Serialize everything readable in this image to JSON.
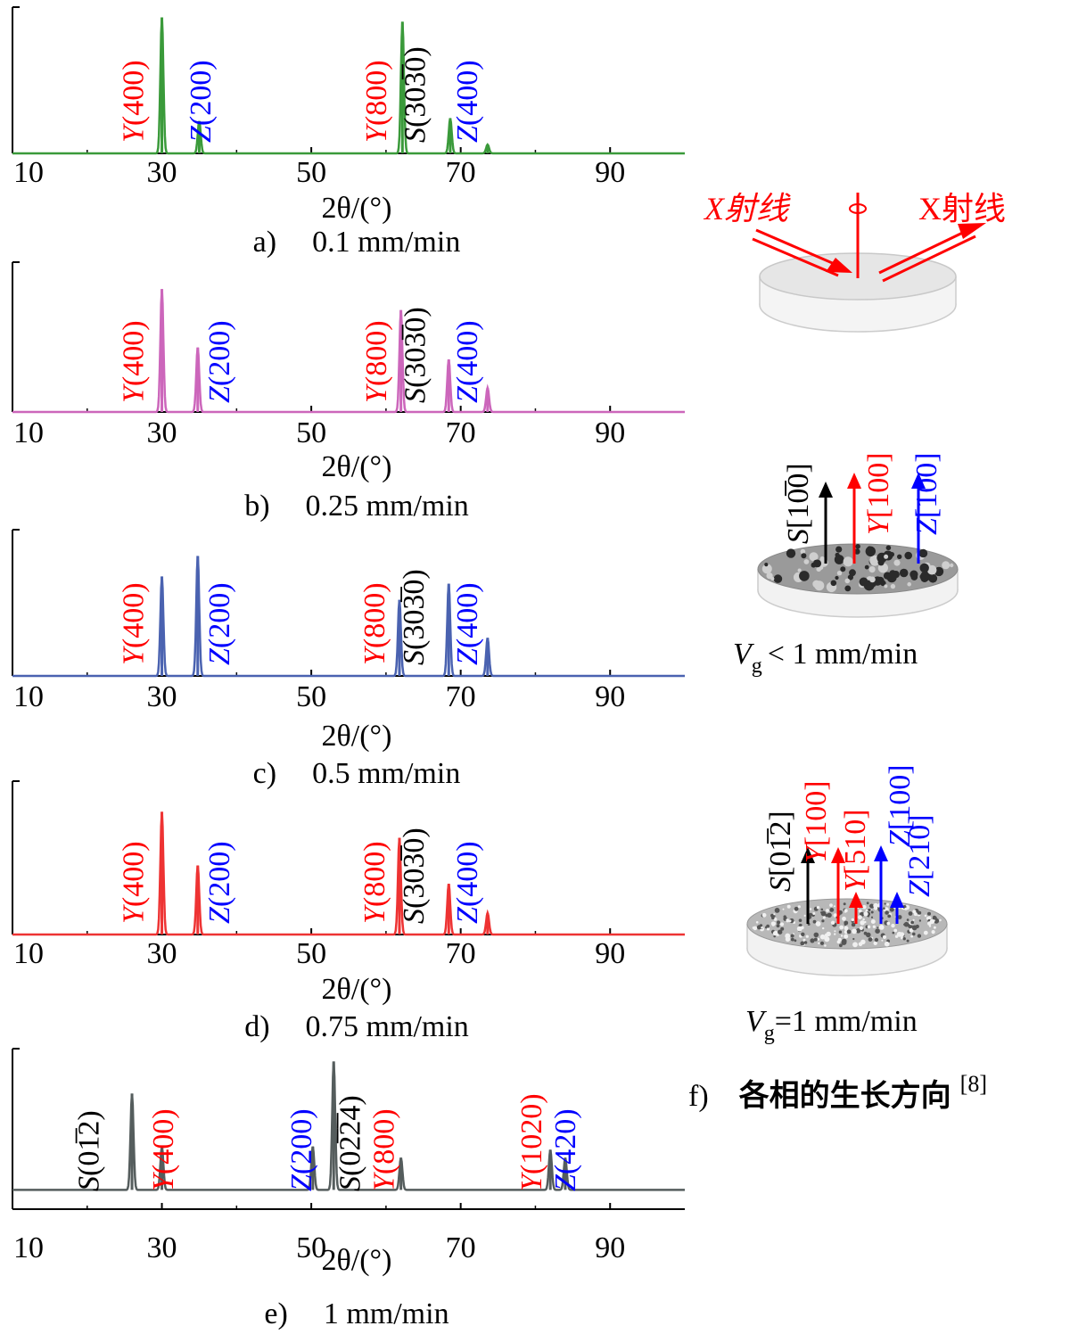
{
  "figure": {
    "reference": "[8]",
    "caption_f_letter": "f)",
    "caption_f": "各相的生长方向",
    "xray_label_left": "X射线",
    "xray_label_right": "X射线",
    "schematic_mid": {
      "arrows": [
        {
          "label": "S[10̅0]",
          "color": "#000000"
        },
        {
          "label": "Y[100]",
          "color": "#ff0000"
        },
        {
          "label": "Z[100]",
          "color": "#0000ff"
        }
      ],
      "caption_sym": "V",
      "caption_sub": "g",
      "caption_rest": "< 1 mm/min"
    },
    "schematic_bottom": {
      "arrows": [
        {
          "label": "S[01̅2]",
          "color": "#000000"
        },
        {
          "label": "Y[100]",
          "color": "#ff0000"
        },
        {
          "label": "Y[510]",
          "color": "#ff0000"
        },
        {
          "label": "Z[100]",
          "color": "#0000ff"
        },
        {
          "label": "Z[210]",
          "color": "#0000ff"
        }
      ],
      "caption_sym": "V",
      "caption_sub": "g",
      "caption_rest": "=1 mm/min"
    }
  },
  "colors": {
    "red": "#ff0000",
    "blue": "#0000ff",
    "black": "#000000"
  },
  "chart_data": [
    {
      "type": "line",
      "panel": "a)",
      "caption": "0.1 mm/min",
      "xlabel": "2θ/(°)",
      "xlim": [
        10,
        100
      ],
      "xticks": [
        10,
        30,
        50,
        70,
        90
      ],
      "color": "#3a9a3a",
      "peaks": [
        {
          "x": 30,
          "y": 0.93
        },
        {
          "x": 35,
          "y": 0.22
        },
        {
          "x": 62.2,
          "y": 0.9
        },
        {
          "x": 68.6,
          "y": 0.24
        },
        {
          "x": 73.6,
          "y": 0.06
        }
      ],
      "labels": [
        {
          "phase": "Y",
          "hkl": "(400)",
          "color": "#ff0000",
          "x": 27.5
        },
        {
          "phase": "Z",
          "hkl": "(200)",
          "color": "#0000ff",
          "x": 36.5
        },
        {
          "phase": "Y",
          "hkl": "(800)",
          "color": "#ff0000",
          "x": 60
        },
        {
          "phase": "S",
          "hkl": "(303̅0)",
          "color": "#000000",
          "x": 65.2
        },
        {
          "phase": "Z",
          "hkl": "(400)",
          "color": "#0000ff",
          "x": 72.2
        }
      ]
    },
    {
      "type": "line",
      "panel": "b)",
      "caption": "0.25 mm/min",
      "xlabel": "2θ/(°)",
      "xlim": [
        10,
        100
      ],
      "xticks": [
        10,
        30,
        50,
        70,
        90
      ],
      "color": "#cc66bb",
      "peaks": [
        {
          "x": 30,
          "y": 0.82
        },
        {
          "x": 34.8,
          "y": 0.43
        },
        {
          "x": 62,
          "y": 0.68
        },
        {
          "x": 68.4,
          "y": 0.35
        },
        {
          "x": 73.6,
          "y": 0.16
        }
      ],
      "labels": [
        {
          "phase": "Y",
          "hkl": "(400)",
          "color": "#ff0000",
          "x": 27.5
        },
        {
          "phase": "Z",
          "hkl": "(200)",
          "color": "#0000ff",
          "x": 39
        },
        {
          "phase": "Y",
          "hkl": "(800)",
          "color": "#ff0000",
          "x": 60
        },
        {
          "phase": "S",
          "hkl": "(303̅0)",
          "color": "#000000",
          "x": 65.2
        },
        {
          "phase": "Z",
          "hkl": "(400)",
          "color": "#0000ff",
          "x": 72.2
        }
      ]
    },
    {
      "type": "line",
      "panel": "c)",
      "caption": "0.5 mm/min",
      "xlabel": "2θ/(°)",
      "xlim": [
        10,
        100
      ],
      "xticks": [
        10,
        30,
        50,
        70,
        90
      ],
      "color": "#4a62b0",
      "peaks": [
        {
          "x": 30,
          "y": 0.68
        },
        {
          "x": 34.8,
          "y": 0.82
        },
        {
          "x": 61.8,
          "y": 0.52
        },
        {
          "x": 68.4,
          "y": 0.63
        },
        {
          "x": 73.6,
          "y": 0.26
        }
      ],
      "labels": [
        {
          "phase": "Y",
          "hkl": "(400)",
          "color": "#ff0000",
          "x": 27.5
        },
        {
          "phase": "Z",
          "hkl": "(200)",
          "color": "#0000ff",
          "x": 39
        },
        {
          "phase": "Y",
          "hkl": "(800)",
          "color": "#ff0000",
          "x": 59.8
        },
        {
          "phase": "S",
          "hkl": "(303̅0)",
          "color": "#000000",
          "x": 65
        },
        {
          "phase": "Z",
          "hkl": "(400)",
          "color": "#0000ff",
          "x": 72.2
        }
      ]
    },
    {
      "type": "line",
      "panel": "d)",
      "caption": "0.75 mm/min",
      "xlabel": "2θ/(°)",
      "xlim": [
        10,
        100
      ],
      "xticks": [
        10,
        30,
        50,
        70,
        90
      ],
      "color": "#ee3333",
      "peaks": [
        {
          "x": 30,
          "y": 0.8
        },
        {
          "x": 34.8,
          "y": 0.45
        },
        {
          "x": 61.8,
          "y": 0.63
        },
        {
          "x": 68.4,
          "y": 0.33
        },
        {
          "x": 73.6,
          "y": 0.14
        }
      ],
      "labels": [
        {
          "phase": "Y",
          "hkl": "(400)",
          "color": "#ff0000",
          "x": 27.5
        },
        {
          "phase": "Z",
          "hkl": "(200)",
          "color": "#0000ff",
          "x": 39
        },
        {
          "phase": "Y",
          "hkl": "(800)",
          "color": "#ff0000",
          "x": 59.8
        },
        {
          "phase": "S",
          "hkl": "(303̅0)",
          "color": "#000000",
          "x": 65
        },
        {
          "phase": "Z",
          "hkl": "(400)",
          "color": "#0000ff",
          "x": 72.2
        }
      ]
    },
    {
      "type": "line",
      "panel": "e)",
      "caption": "1 mm/min",
      "xlabel": "2θ/(°)",
      "xlim": [
        10,
        100
      ],
      "xticks": [
        10,
        30,
        50,
        70,
        90
      ],
      "color": "#555d5d",
      "baseline": 0.12,
      "peaks": [
        {
          "x": 26,
          "y": 0.6
        },
        {
          "x": 30,
          "y": 0.27
        },
        {
          "x": 50.2,
          "y": 0.27
        },
        {
          "x": 53,
          "y": 0.8
        },
        {
          "x": 62,
          "y": 0.2
        },
        {
          "x": 82,
          "y": 0.25
        },
        {
          "x": 84,
          "y": 0.2
        }
      ],
      "labels": [
        {
          "phase": "S",
          "hkl": "(01̅2)",
          "color": "#000000",
          "x": 21.5
        },
        {
          "phase": "Y",
          "hkl": "(400)",
          "color": "#ff0000",
          "x": 31.5
        },
        {
          "phase": "Z",
          "hkl": "(200)",
          "color": "#0000ff",
          "x": 50
        },
        {
          "phase": "S",
          "hkl": "(02̅2̅4)",
          "color": "#000000",
          "x": 56.5
        },
        {
          "phase": "Y",
          "hkl": "(800)",
          "color": "#ff0000",
          "x": 61
        },
        {
          "phase": "Y",
          "hkl": "(1020)",
          "color": "#ff0000",
          "x": 80.8
        },
        {
          "phase": "Z",
          "hkl": "(420)",
          "color": "#0000ff",
          "x": 85.3
        }
      ]
    }
  ]
}
